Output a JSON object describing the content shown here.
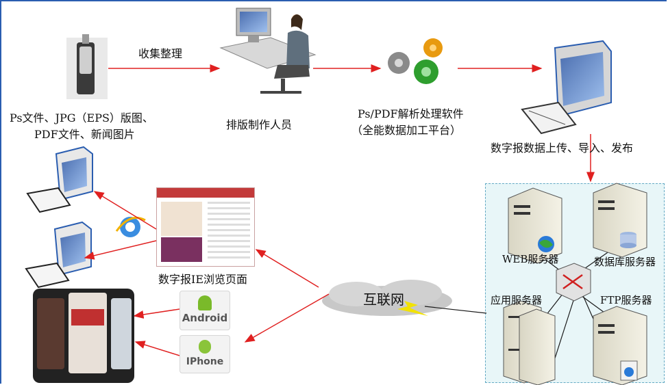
{
  "labels": {
    "collect": "收集整理",
    "sources_line1": "Ps文件、JPG（EPS）版图、",
    "sources_line2": "PDF文件、新闻图片",
    "typesetter": "排版制作人员",
    "software_line1": "Ps/PDF解析处理软件",
    "software_line2": "（全能数据加工平台）",
    "publish": "数字报数据上传、导入、发布",
    "web_server": "WEB服务器",
    "db_server": "数据库服务器",
    "app_server": "应用服务器",
    "ftp_server": "FTP服务器",
    "internet": "互联网",
    "ie_page": "数字报IE浏览页面",
    "android": "Android",
    "iphone": "IPhone"
  },
  "colors": {
    "arrow": "#e02020",
    "link": "#1a1a1a",
    "zone_bg": "#e8f6f8",
    "lightning": "#f2e200"
  },
  "icons": {
    "usb_drive": "usb-drive-icon",
    "typesetter_person": "person-at-computer-icon",
    "gears": "gears-icon",
    "monitor": "crt-monitor-icon",
    "server": "server-tower-icon",
    "database": "database-icon",
    "globe": "globe-icon",
    "switch": "network-switch-icon",
    "cloud": "internet-cloud-icon",
    "ie": "ie-browser-icon",
    "android_logo": "android-logo-icon",
    "apple_logo": "apple-logo-icon"
  }
}
